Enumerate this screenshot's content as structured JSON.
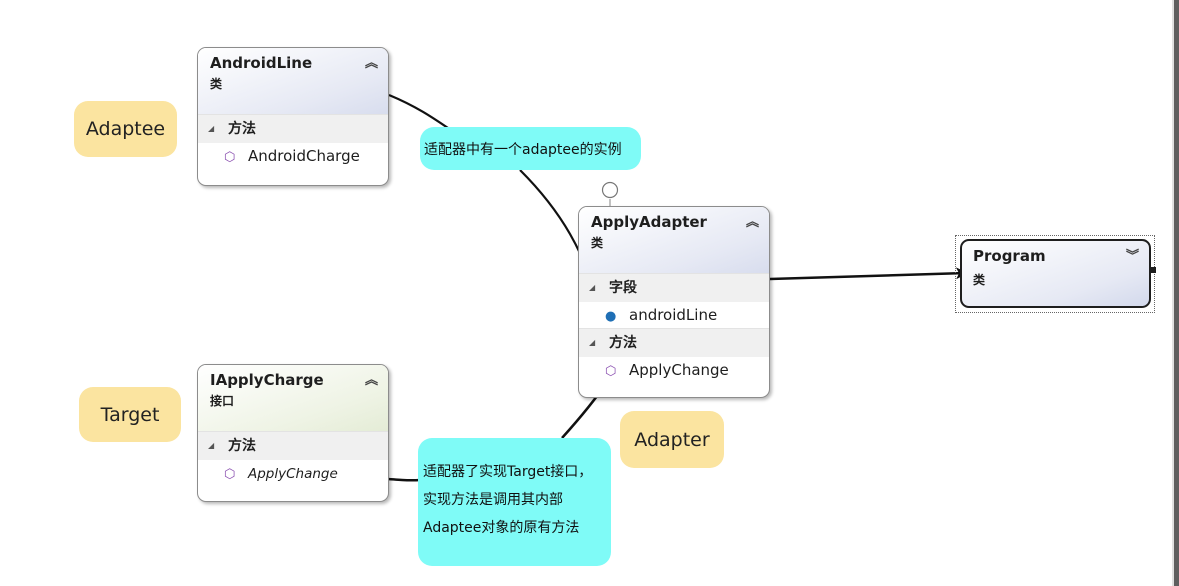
{
  "classes": {
    "android_line": {
      "name": "AndroidLine",
      "stereotype": "类",
      "collapse_glyph": "≈",
      "methods_header": "方法",
      "methods": [
        "AndroidCharge"
      ]
    },
    "iapply_charge": {
      "name": "IApplyCharge",
      "stereotype": "接口",
      "collapse_glyph": "≈",
      "methods_header": "方法",
      "methods": [
        "ApplyChange"
      ]
    },
    "apply_adapter": {
      "name": "ApplyAdapter",
      "stereotype": "类",
      "collapse_glyph": "≈",
      "fields_header": "字段",
      "fields": [
        "androidLine"
      ],
      "methods_header": "方法",
      "methods": [
        "ApplyChange"
      ]
    },
    "program": {
      "name": "Program",
      "stereotype": "类",
      "collapse_glyph": "≈"
    }
  },
  "labels": {
    "adaptee": "Adaptee",
    "target": "Target",
    "adapter": "Adapter"
  },
  "notes": {
    "has_adaptee": "适配器中有一个adaptee的实例",
    "implements_target": "适配器了实现Target接口，实现方法是调用其内部Adaptee对象的原有方法"
  },
  "colors": {
    "label_bg": "#fbe4a0",
    "note_bg": "#7ffbf7",
    "class_header": "#dde2f0",
    "interface_header": "#e8efdb",
    "method_icon": "#8a4fb0",
    "connector": "#111111"
  },
  "icons": {
    "method": "method-cube-icon",
    "field": "field-lock-icon",
    "collapse": "chevron-up-double-icon",
    "expand": "chevron-down-double-icon",
    "section": "triangle-expanded-icon",
    "interface_lollipop": "lollipop-icon"
  }
}
